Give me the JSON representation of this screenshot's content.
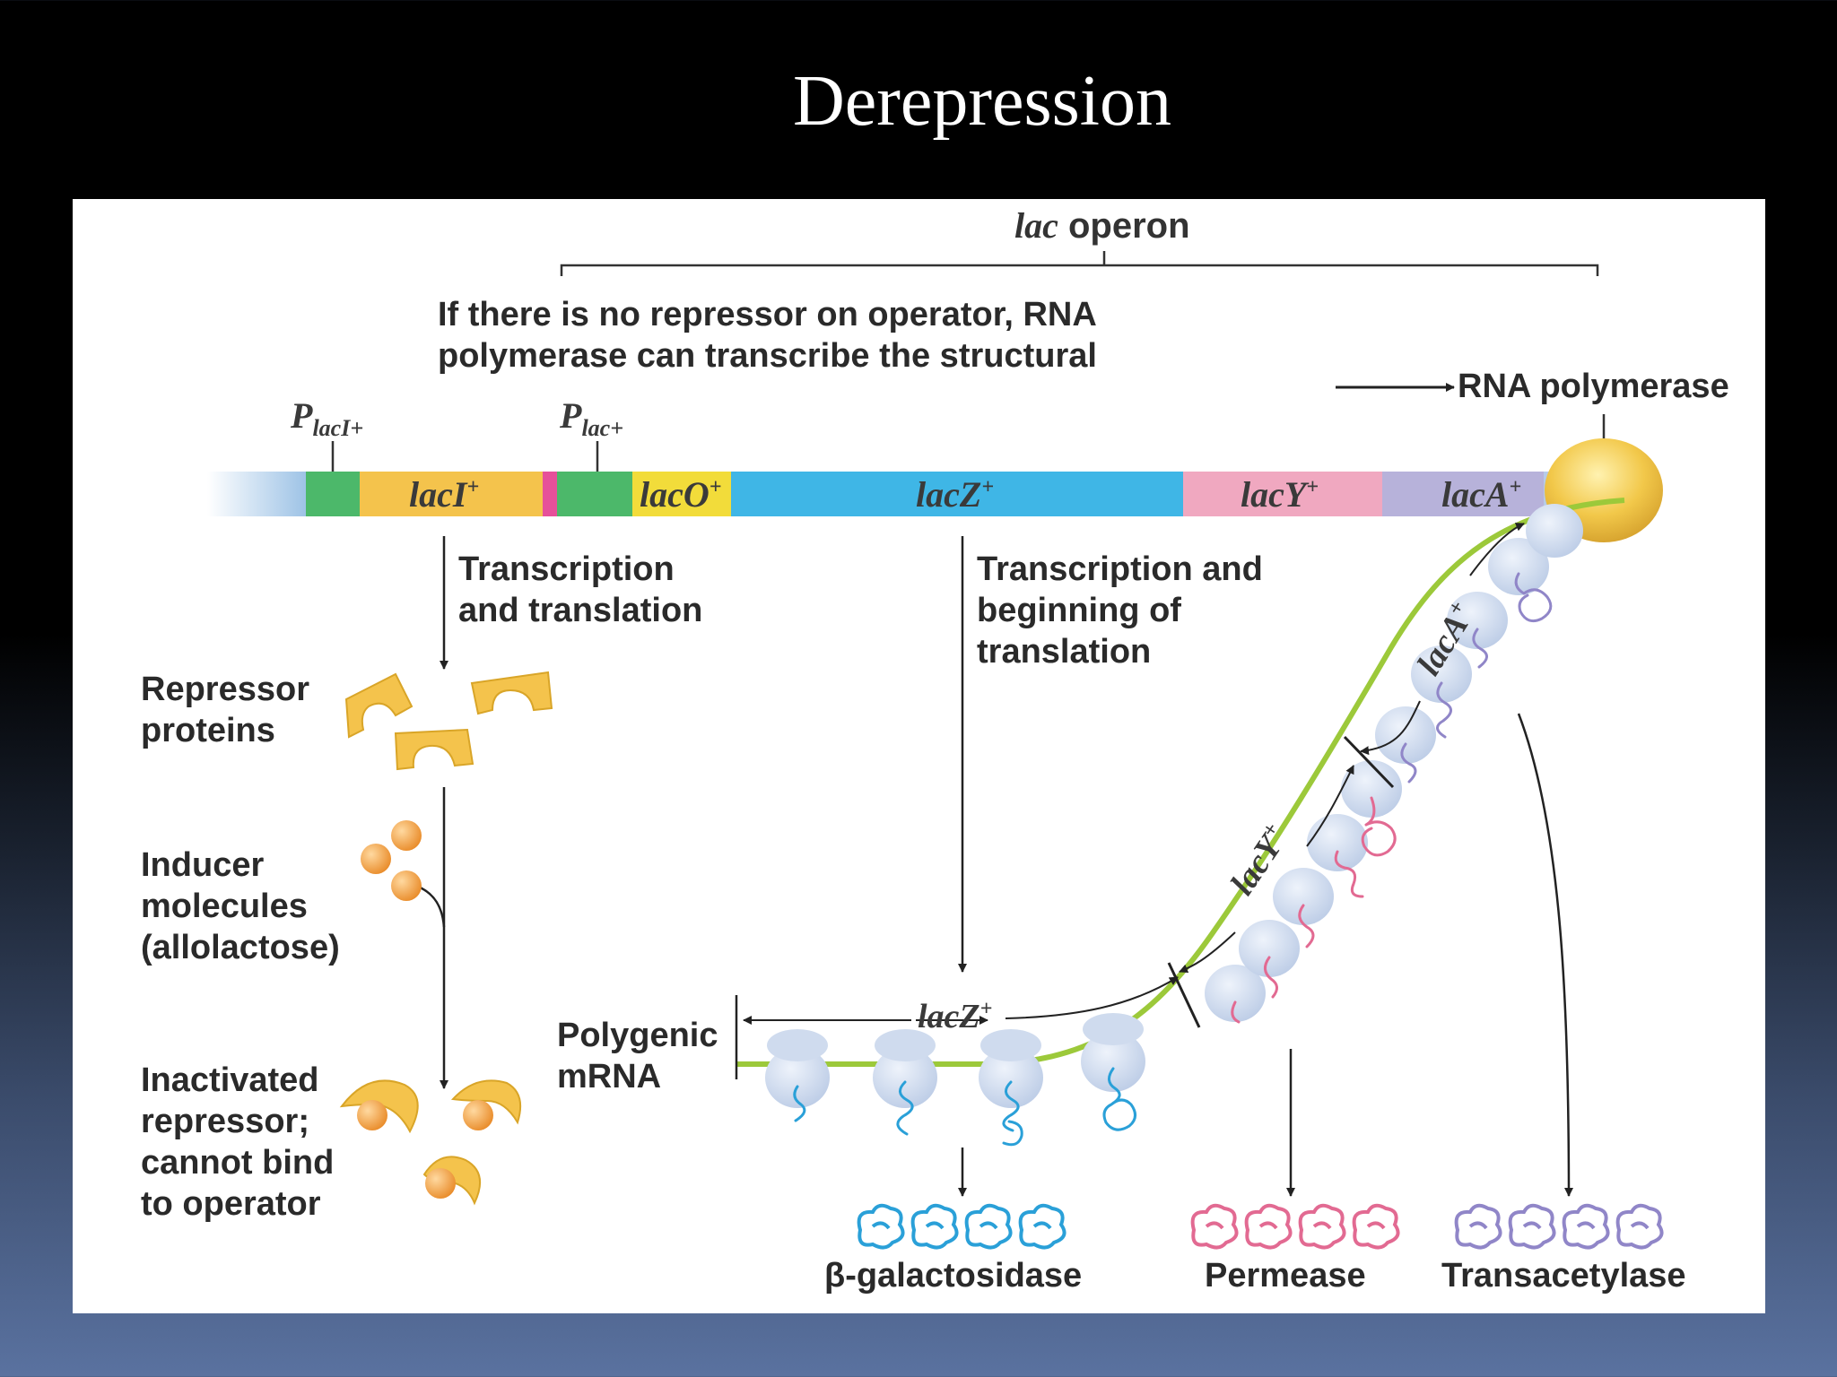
{
  "slide": {
    "title": "Derepression"
  },
  "diagram": {
    "operon_label_italic": "lac",
    "operon_label_text": " operon",
    "no_repressor_note_line1": "If there is no repressor on operator, RNA",
    "no_repressor_note_line2": "polymerase can transcribe the structural",
    "rna_polymerase_label": "RNA polymerase",
    "promoter_laci": {
      "P": "P",
      "sub": "lacI+"
    },
    "promoter_lac": {
      "P": "P",
      "sub": "lac+"
    },
    "genes": {
      "laci": {
        "name": "lacI",
        "sup": "+"
      },
      "laco": {
        "name": "lacO",
        "sup": "+"
      },
      "lacz": {
        "name": "lacZ",
        "sup": "+"
      },
      "lacy": {
        "name": "lacY",
        "sup": "+"
      },
      "laca": {
        "name": "lacA",
        "sup": "+"
      }
    },
    "transcription_translation_line1": "Transcription",
    "transcription_translation_line2": "and translation",
    "transcription_beginning_line1": "Transcription and",
    "transcription_beginning_line2": "beginning of",
    "transcription_beginning_line3": "translation",
    "repressor_proteins_line1": "Repressor",
    "repressor_proteins_line2": "proteins",
    "inducer_line1": "Inducer",
    "inducer_line2": "molecules",
    "inducer_line3": "(allolactose)",
    "inactivated_line1": "Inactivated",
    "inactivated_line2": "repressor;",
    "inactivated_line3": "cannot bind",
    "inactivated_line4": "to operator",
    "polygenic_line1": "Polygenic",
    "polygenic_line2": "mRNA",
    "mrna_lacz_label": {
      "name": "lacZ",
      "sup": "+"
    },
    "mrna_lacy_label": {
      "name": "lacY",
      "sup": "+"
    },
    "mrna_laca_label": {
      "name": "lacA",
      "sup": "+"
    },
    "products": {
      "galactosidase": "β-galactosidase",
      "permease": "Permease",
      "transacetylase": "Transacetylase"
    },
    "colors": {
      "promoter_green": "#4cb86a",
      "laci_yellow": "#f4c34c",
      "laco_yellow": "#f2dc3a",
      "lacz_blue": "#3fb6e6",
      "lacy_pink": "#f0a8c0",
      "laca_lavender": "#b7b2da",
      "mrna_green": "#9cc93a",
      "polymerase_gold": "#f2c84a"
    }
  }
}
